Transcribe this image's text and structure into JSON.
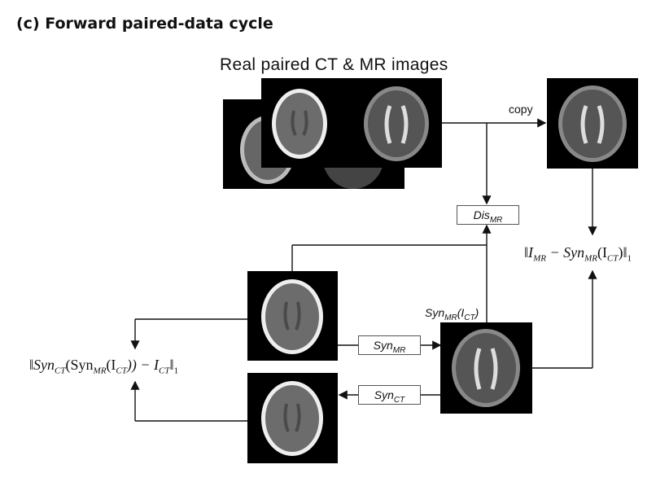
{
  "title": "(c) Forward paired-data cycle",
  "caption": "Real paired CT & MR images",
  "labels": {
    "copy": "copy",
    "syn_mr_ict_base": "Syn",
    "syn_mr_ict_sub": "MR",
    "syn_mr_ict_arg": "(I",
    "syn_mr_ict_arg_sub": "CT",
    "syn_mr_ict_close": ")"
  },
  "boxes": {
    "dis_mr": {
      "base": "Dis",
      "sub": "MR"
    },
    "syn_mr": {
      "base": "Syn",
      "sub": "MR"
    },
    "syn_ct": {
      "base": "Syn",
      "sub": "CT"
    }
  },
  "formulas": {
    "mr_loss": {
      "open": "‖I",
      "s1": "MR",
      "mid": " − Syn",
      "s2": "MR",
      "arg": "(I",
      "s3": "CT",
      "close": ")‖",
      "norm": "1"
    },
    "ct_loss": {
      "open": "‖Syn",
      "s1": "CT",
      "mid": "(Syn",
      "s2": "MR",
      "arg": "(I",
      "s3": "CT",
      "mid2": ")) − I",
      "s4": "CT",
      "close": "‖",
      "norm": "1"
    }
  },
  "colors": {
    "line": "#111111",
    "box_border": "#555555"
  }
}
